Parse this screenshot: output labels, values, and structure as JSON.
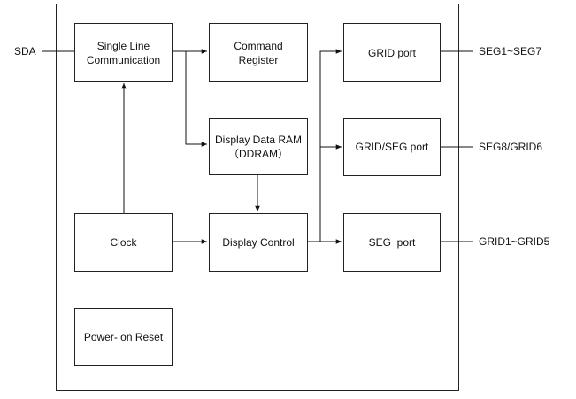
{
  "blocks": {
    "single_line": [
      "Single Line",
      "Communication"
    ],
    "command_register": [
      "Command",
      "Register"
    ],
    "grid_port": "GRID port",
    "display_ram": [
      "Display Data RAM",
      "（DDRAM）"
    ],
    "grid_seg_port": "GRID/SEG port",
    "clock": "Clock",
    "display_control": "Display Control",
    "seg_port": "SEG  port",
    "power_on_reset": "Power- on Reset"
  },
  "pins": {
    "sda": "SDA",
    "seg1_seg7": "SEG1~SEG7",
    "seg8_grid6": "SEG8/GRID6",
    "grid1_grid5": "GRID1~GRID5"
  }
}
